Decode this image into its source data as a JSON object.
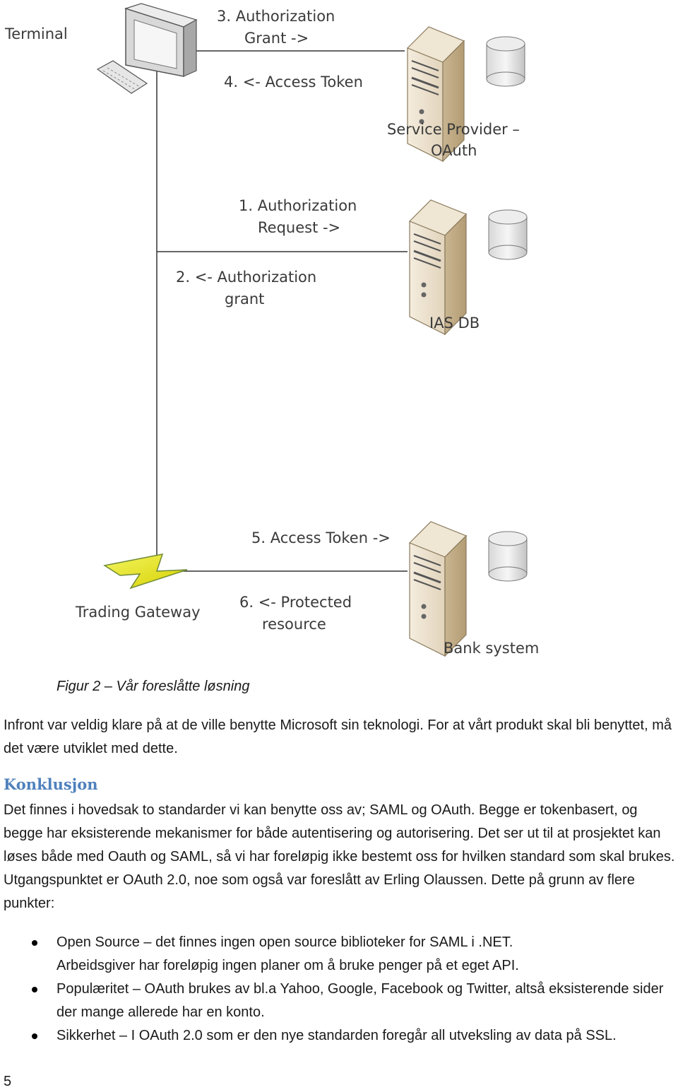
{
  "diagram": {
    "nodes": {
      "terminal": "Terminal",
      "service_provider": [
        "Service Provider –",
        "OAuth"
      ],
      "ias_db": "IAS DB",
      "trading_gateway": "Trading Gateway",
      "bank_system": "Bank system"
    },
    "steps": {
      "step3": [
        "3. Authorization",
        "Grant ->"
      ],
      "step4": "4. <- Access Token",
      "step1": [
        "1. Authorization",
        "Request ->"
      ],
      "step2": [
        "2. <- Authorization",
        "grant"
      ],
      "step5": "5. Access Token ->",
      "step6": [
        "6. <- Protected",
        "resource"
      ]
    }
  },
  "caption": "Figur 2 – Vår foreslåtte løsning",
  "intro_paragraph": "Infront var veldig klare på at de ville benytte Microsoft sin teknologi. For at vårt produkt skal bli benyttet, må det være utviklet med dette.",
  "heading": "Konklusjon",
  "conclusion_paragraph": "Det finnes i hovedsak to standarder vi kan benytte oss av; SAML og OAuth. Begge er tokenbasert, og begge har eksisterende mekanismer for både autentisering og autorisering. Det ser ut til at prosjektet kan løses både med Oauth og SAML, så vi har foreløpig ikke bestemt oss for hvilken standard som skal brukes. Utgangspunktet er OAuth 2.0, noe som også var foreslått av Erling Olaussen. Dette på grunn av flere punkter:",
  "bullets": [
    "Open Source – det finnes ingen open source biblioteker for SAML i .NET.",
    "Arbeidsgiver har foreløpig ingen planer om å bruke penger på et eget API.",
    "Populæritet – OAuth brukes av bl.a Yahoo, Google, Facebook og Twitter, altså eksisterende sider der mange allerede har en konto.",
    "Sikkerhet – I OAuth 2.0 som er den nye standarden foregår all utveksling av data på SSL."
  ],
  "page_number": "5"
}
